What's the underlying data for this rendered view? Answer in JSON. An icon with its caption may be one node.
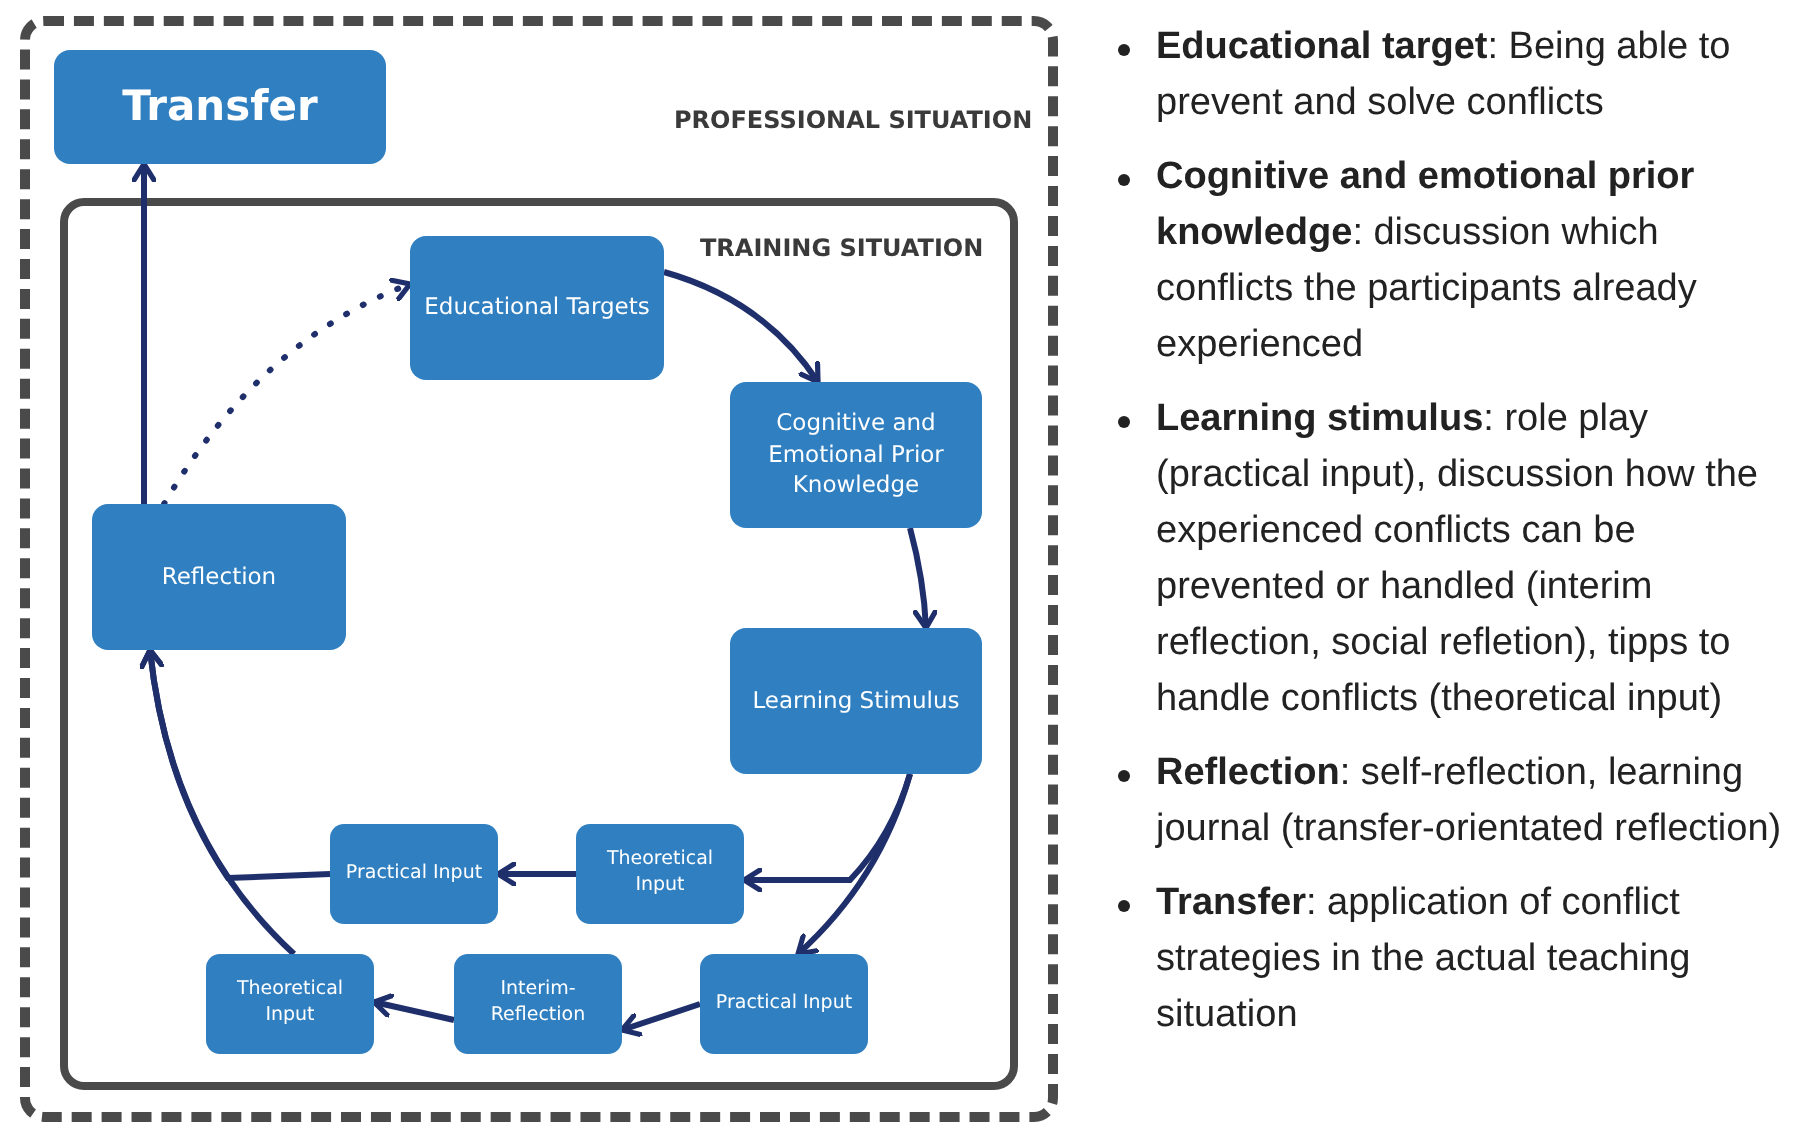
{
  "diagram": {
    "nodes": [
      {
        "text": [
          "PROFESSIONAL SITUATION"
        ]
      },
      {
        "text": [
          "Transfer"
        ],
        "in": 0
      },
      {
        "text": [
          "TRAINING SITUATION"
        ],
        "in": 0
      },
      {
        "text": [
          "Educational Targets"
        ],
        "in": 2
      },
      {
        "text": [
          "Cognitive and Emotional Prior Knowledge"
        ],
        "in": 2
      },
      {
        "text": [
          "Learning Stimulus"
        ],
        "in": 2
      },
      {
        "text": [
          "Theoretical Input"
        ],
        "in": 2
      },
      {
        "text": [
          "Practical Input"
        ],
        "in": 2
      },
      {
        "text": [
          "Practical Input"
        ],
        "in": 2
      },
      {
        "text": [
          "Interim-Reflection"
        ],
        "in": 2
      },
      {
        "text": [
          "Theoretical Input"
        ],
        "in": 2
      },
      {
        "text": [
          "Reflection"
        ],
        "in": 2
      }
    ],
    "edges": [
      {
        "from": 3,
        "to": 4,
        "arrow": "to"
      },
      {
        "from": 4,
        "to": 5,
        "arrow": "to"
      },
      {
        "from": 5,
        "to": 8,
        "arrow": "to"
      },
      {
        "from": 5,
        "to": 6,
        "arrow": "to"
      },
      {
        "from": 6,
        "to": 7,
        "arrow": "to"
      },
      {
        "from": 8,
        "to": 9,
        "arrow": "to"
      },
      {
        "from": 9,
        "to": 10,
        "arrow": "to"
      },
      {
        "from": 10,
        "to": 11,
        "arrow": "to"
      },
      {
        "from": 7,
        "to": 11,
        "arrow": "to"
      },
      {
        "from": 11,
        "to": 1,
        "arrow": "to"
      },
      {
        "from": 11,
        "to": 3,
        "arrow": "to",
        "style": "dashed"
      }
    ],
    "labels": [
      "**Educational target**: Being able to prevent and solve conflicts",
      "**Cognitive and emotional prior knowledge**: discussion which conflicts the participants already experienced",
      "**Learning stimulus**: role play (practical input), discussion how the experienced conflicts can be prevented or handled (interim reflection, social refletion), tipps to handle conflicts (theoretical input)",
      "**Reflection**: self-reflection, learning journal (transfer-orientated reflection)",
      "**Transfer**: application of conflict strategies in the actual teaching situation"
    ]
  }
}
